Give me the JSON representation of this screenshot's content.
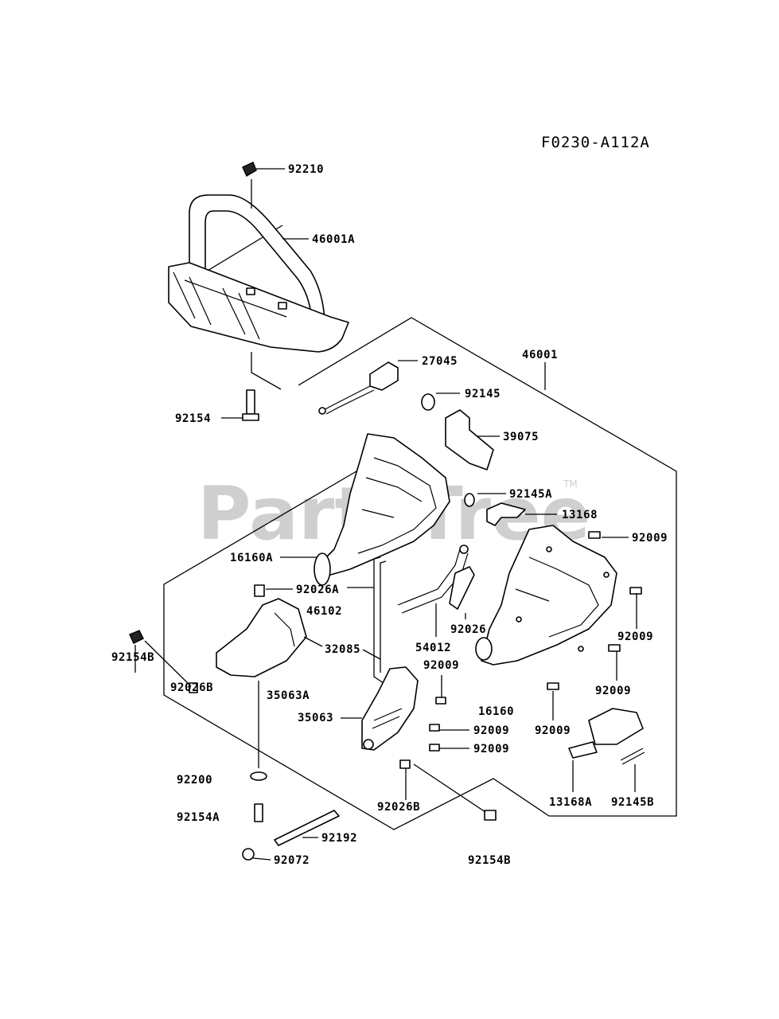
{
  "diagram": {
    "reference_code": "F0230-A112A",
    "watermark": "PartsTree",
    "watermark_mark": "TM",
    "labels": {
      "p92210": "92210",
      "p46001A": "46001A",
      "p92154": "92154",
      "p27045": "27045",
      "p46001": "46001",
      "p92145": "92145",
      "p39075": "39075",
      "p92145A": "92145A",
      "p13168": "13168",
      "p92009_a": "92009",
      "p16160A": "16160A",
      "p92026A": "92026A",
      "p46102": "46102",
      "p92026": "92026",
      "p54012": "54012",
      "p92009_b": "92009",
      "p92154B_a": "92154B",
      "p32085": "32085",
      "p92009_c": "92009",
      "p92026B_a": "92026B",
      "p35063A": "35063A",
      "p16160": "16160",
      "p35063": "35063",
      "p92009_d": "92009",
      "p92009_e": "92009",
      "p92009_f": "92009",
      "p92009_g": "92009",
      "p92200": "92200",
      "p92154A": "92154A",
      "p92026B_b": "92026B",
      "p13168A": "13168A",
      "p92145B": "92145B",
      "p92192": "92192",
      "p92072": "92072",
      "p92154B_b": "92154B"
    }
  }
}
